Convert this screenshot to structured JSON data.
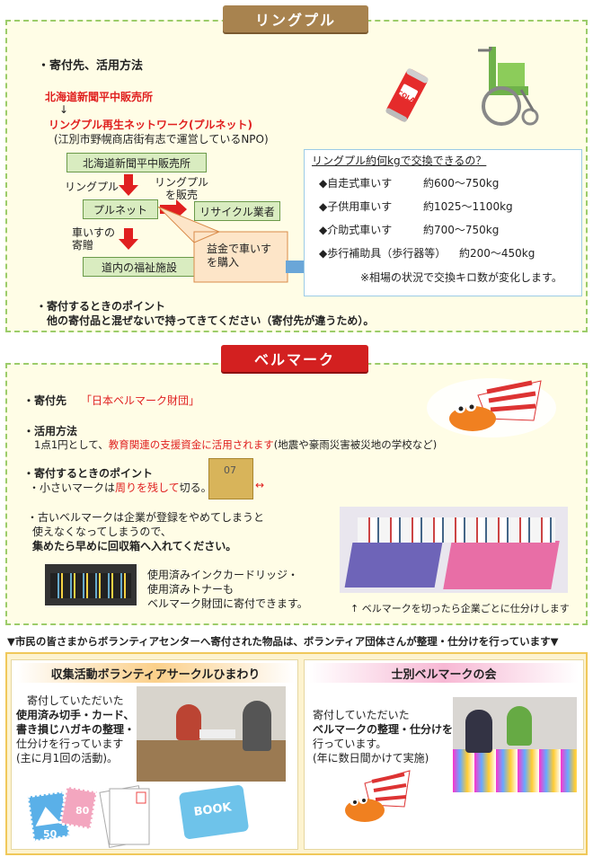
{
  "pulltab": {
    "title": "リングプル",
    "heading": "・寄付先、活用方法",
    "donor": "北海道新聞平中販売所",
    "arrow_down": "↓",
    "network": "リングプル再生ネットワーク(プルネット)",
    "network_note": "(江別市野幌商店街有志で運営しているNPO)",
    "flow": {
      "box_shop": "北海道新聞平中販売所",
      "label_pulltab": "リングプル",
      "label_sell": "リングプル\nを販売",
      "box_net": "プルネット",
      "box_recycle": "リサイクル業者",
      "label_donate": "車いすの\n寄贈",
      "box_welfare": "道内の福祉施設",
      "callout": "益金で車いす\nを購入"
    },
    "info": {
      "title": "リングプル約何kgで交換できるの？",
      "items": [
        {
          "name": "◆自走式車いす",
          "val": "約600～750kg"
        },
        {
          "name": "◆子供用車いす",
          "val": "約1025～1100kg"
        },
        {
          "name": "◆介助式車いす",
          "val": "約700～750kg"
        },
        {
          "name": "◆歩行補助具（歩行器等）",
          "val": "約200～450kg"
        }
      ],
      "note": "※相場の状況で交換キロ数が変化します。"
    },
    "point_title": "・寄付するときのポイント",
    "point_text": "他の寄付品と混ぜないで持ってきてください（寄付先が違うため）。",
    "can_label": "COLA"
  },
  "bellmark": {
    "title": "ベルマーク",
    "dest_label": "・寄付先",
    "dest_value": "「日本ベルマーク財団」",
    "use_label": "・活用方法",
    "use_pre": "1点1円として、",
    "use_red": "教育関連の支援資金に活用されます",
    "use_post": "(地震や豪雨災害被災地の学校など)",
    "point_title": "・寄付するときのポイント",
    "point_small_pre": "・小さいマークは",
    "point_small_red": "周りを残して",
    "point_small_post": "切る。",
    "mark_num": "07",
    "old1": "・古いベルマークは企業が登録をやめてしまうと",
    "old2": "使えなくなってしまうので、",
    "old3": "集めたら早めに回収箱へ入れてください。",
    "ink1": "使用済みインクカードリッジ・",
    "ink2": "使用済みトナーも",
    "ink3": "ベルマーク財団に寄付できます。",
    "caption": "↑ ベルマークを切ったら企業ごとに仕分けします"
  },
  "notice": "▼市民の皆さまからボランティアセンターへ寄付された物品は、ボランティア団体さんが整理・仕分けを行っています▼",
  "circle1": {
    "title": "収集活動ボランティアサークルひまわり",
    "l1": "寄付していただいた",
    "l2": "使用済み切手・カード、",
    "l3": "書き損じハガキの整理・",
    "l4": "仕分けを行っています",
    "l5": "(主に月1回の活動)。",
    "book": "BOOK",
    "stamp1": "50",
    "stamp2": "80"
  },
  "circle2": {
    "title": "士別ベルマークの会",
    "l1": "寄付していただいた",
    "l2": "ベルマークの整理・仕分けを",
    "l3": "行っています。",
    "l4": "(年に数日間かけて実施)"
  }
}
